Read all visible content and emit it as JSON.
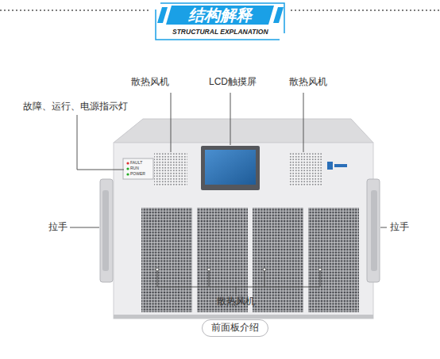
{
  "diagram": {
    "title": "结构解释",
    "caption": "前面板介绍",
    "labels": [
      "STRUCTURAL EXPLANATION",
      "散热风机",
      "LCD触摸屏",
      "散热风机",
      "故障、运行、电源指示灯",
      "拉手",
      "拉手",
      "FAULT",
      "RUN",
      "POWER",
      "散热风机"
    ]
  }
}
